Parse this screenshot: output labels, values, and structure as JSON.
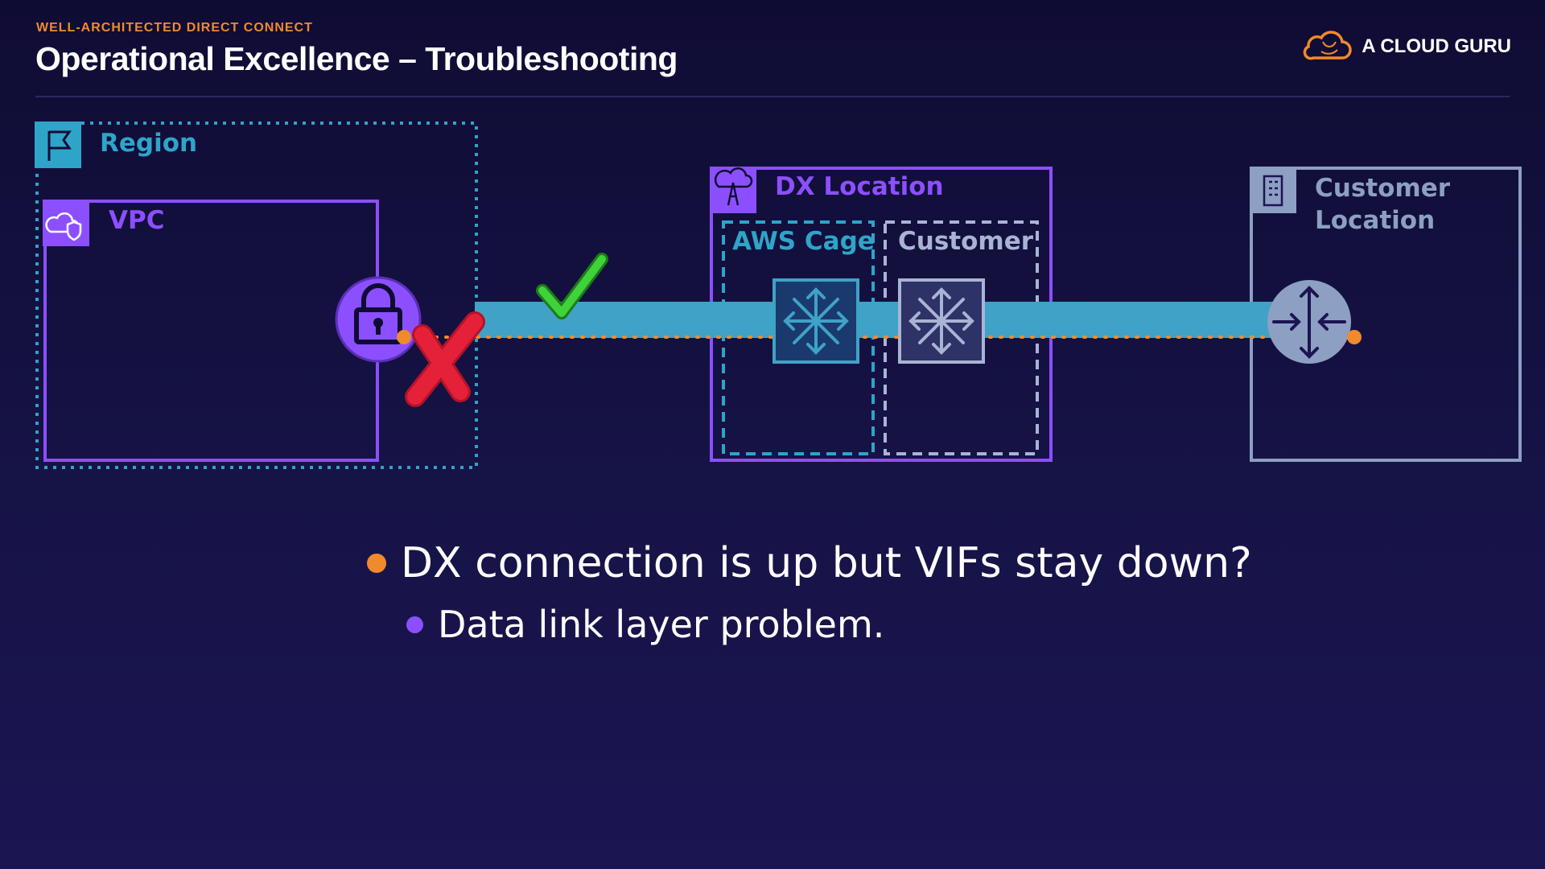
{
  "header": {
    "eyebrow": "WELL-ARCHITECTED DIRECT CONNECT",
    "title": "Operational Excellence – Troubleshooting",
    "brand_name": "A CLOUD GURU"
  },
  "diagram": {
    "region_label": "Region",
    "vpc_label": "VPC",
    "dx_location_label": "DX Location",
    "aws_cage_label": "AWS Cage",
    "customer_cage_label": "Customer",
    "customer_location_label_line1": "Customer",
    "customer_location_label_line2": "Location"
  },
  "bullets": {
    "main": "DX connection is up but VIFs stay down?",
    "sub": "Data link layer problem."
  },
  "colors": {
    "region": "#2fa4c9",
    "vpc": "#8c4fff",
    "link": "#3fa2c6",
    "orange": "#f08a2c",
    "customer_location": "#8d9fc2",
    "check": "#3fd23a",
    "cross": "#e5213a"
  },
  "icons": {
    "region": "flag-icon",
    "vpc": "cloud-shield-icon",
    "vpn_gateway": "lock-icon",
    "dx_location": "cloud-tower-icon",
    "router": "router-arrows-icon",
    "customer_location": "building-icon",
    "status_ok": "checkmark-icon",
    "status_fail": "cross-icon"
  }
}
